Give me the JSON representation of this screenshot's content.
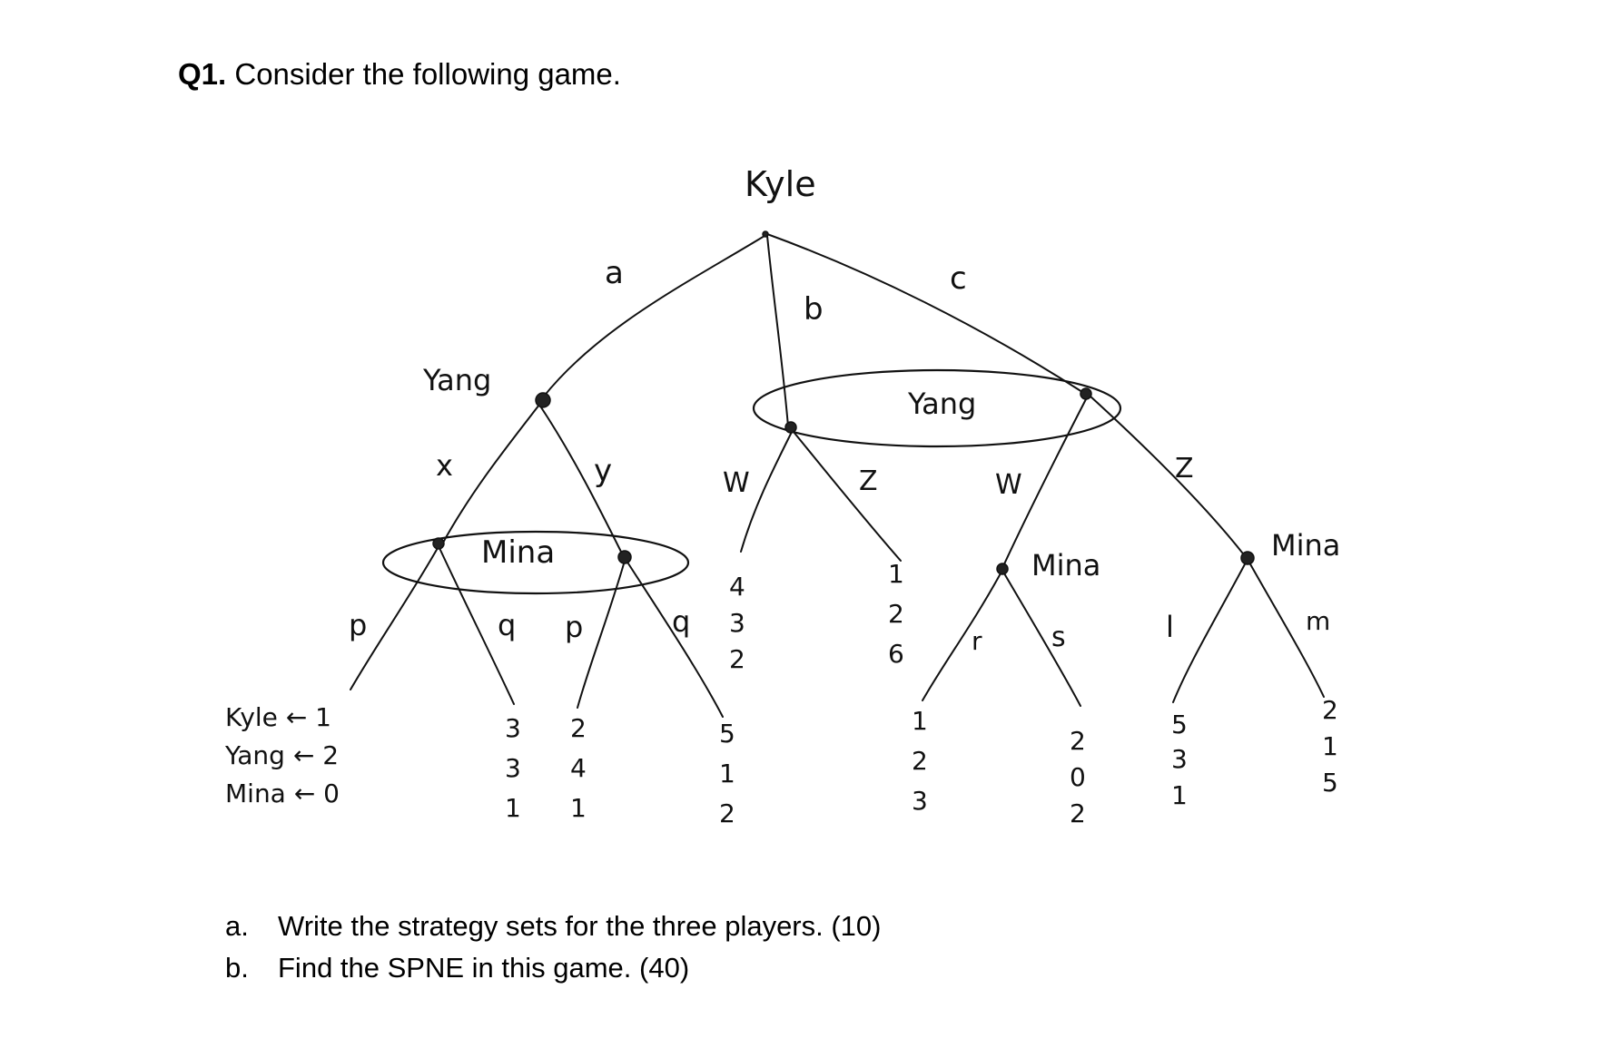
{
  "heading": {
    "number": "Q1.",
    "text": "Consider the following game."
  },
  "tree": {
    "root": {
      "player": "Kyle",
      "actions": [
        "a",
        "b",
        "c"
      ]
    },
    "yang_node_a": {
      "player": "Yang",
      "actions": [
        "x",
        "y"
      ]
    },
    "yang_infoset_bc": {
      "player": "Yang",
      "actions_left": [
        "W",
        "Z"
      ],
      "actions_right": [
        "W",
        "Z"
      ]
    },
    "mina_infoset_xy": {
      "player": "Mina",
      "actions_left": [
        "p",
        "q"
      ],
      "actions_right": [
        "p",
        "q"
      ]
    },
    "mina_node_cw": {
      "player": "Mina",
      "actions": [
        "r",
        "s"
      ]
    },
    "mina_node_cz": {
      "player": "Mina",
      "actions": [
        "l",
        "m"
      ]
    },
    "payoff_key": {
      "kyle": "Kyle ← 1",
      "yang": "Yang ← 2",
      "mina": "Mina ← 0"
    },
    "payoffs": [
      [
        "3",
        "3",
        "1"
      ],
      [
        "2",
        "4",
        "1"
      ],
      [
        "5",
        "1",
        "2"
      ],
      [
        "4",
        "3",
        "2"
      ],
      [
        "1",
        "2",
        "6"
      ],
      [
        "1",
        "2",
        "3"
      ],
      [
        "2",
        "0",
        "2"
      ],
      [
        "5",
        "3",
        "1"
      ],
      [
        "2",
        "1",
        "5"
      ]
    ]
  },
  "tasks": [
    {
      "letter": "a.",
      "text": "Write the strategy sets for the three players. (10)"
    },
    {
      "letter": "b.",
      "text": "Find the SPNE in this game. (40)"
    }
  ]
}
